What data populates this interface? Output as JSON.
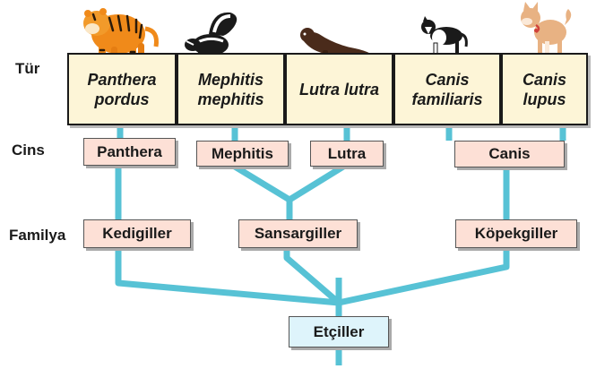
{
  "colors": {
    "branch": "#57c2d5",
    "species_box": "#fdf5d7",
    "genus_box": "#fde0d6",
    "order_box": "#def4fb"
  },
  "rows": {
    "species": "Tür",
    "genus": "Cins",
    "family": "Familya"
  },
  "species": [
    {
      "line1": "Panthera",
      "line2": "pordus",
      "image": "tiger-icon"
    },
    {
      "line1": "Mephitis",
      "line2": "mephitis",
      "image": "skunk-icon"
    },
    {
      "line1": "Lutra lutra",
      "line2": "",
      "image": "otter-icon"
    },
    {
      "line1": "Canis",
      "line2": "familiaris",
      "image": "border-collie-icon"
    },
    {
      "line1": "Canis",
      "line2": "lupus",
      "image": "shiba-dog-icon"
    }
  ],
  "genera": [
    "Panthera",
    "Mephitis",
    "Lutra",
    "Canis"
  ],
  "families": [
    "Kedigiller",
    "Sansargiller",
    "Köpekgiller"
  ],
  "order": "Etçiller"
}
